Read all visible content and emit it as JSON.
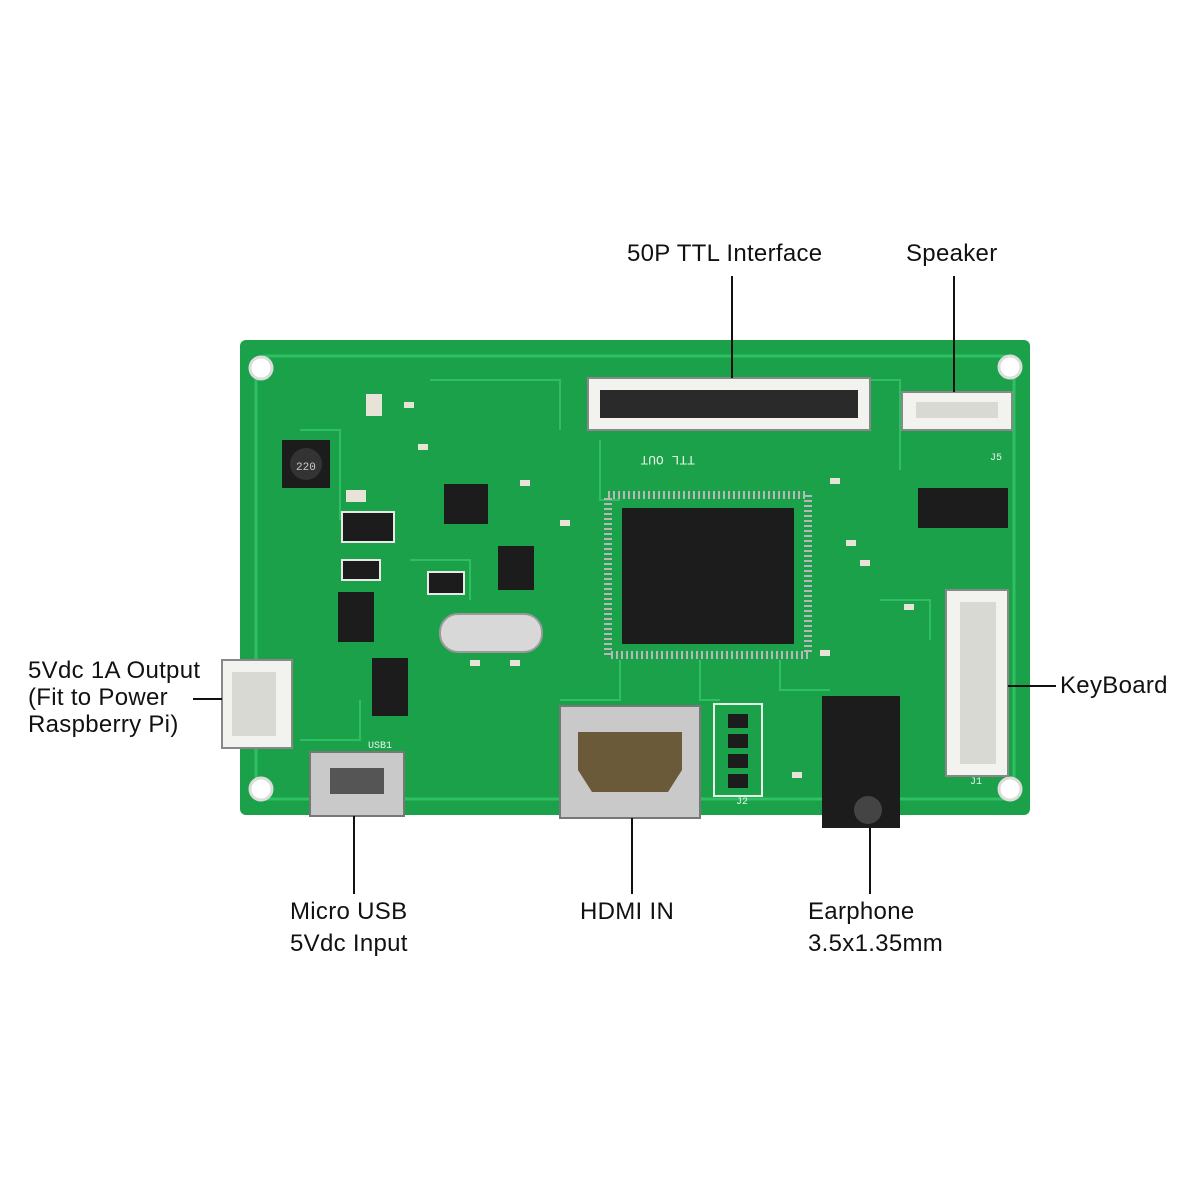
{
  "callouts": {
    "ttl_interface": "50P TTL Interface",
    "speaker": "Speaker",
    "keyboard": "KeyBoard",
    "output_line1": "5Vdc 1A Output",
    "output_line2": "(Fit to Power",
    "output_line3": "Raspberry Pi)",
    "micro_usb_line1": "Micro USB",
    "micro_usb_line2": "5Vdc Input",
    "hdmi": "HDMI IN",
    "earphone_line1": "Earphone",
    "earphone_line2": "3.5x1.35mm"
  },
  "silkscreen": {
    "ttl_out": "TTL OUT",
    "inductor": "220",
    "usb_ref": "USB1",
    "j1": "J1",
    "j5": "J5",
    "j2": "J2"
  },
  "colors": {
    "pcb": "#1aa14a",
    "trace": "#27b85a",
    "chip": "#1c1c1c",
    "connector": "#f2f2ee",
    "metal": "#c9c9c9"
  }
}
